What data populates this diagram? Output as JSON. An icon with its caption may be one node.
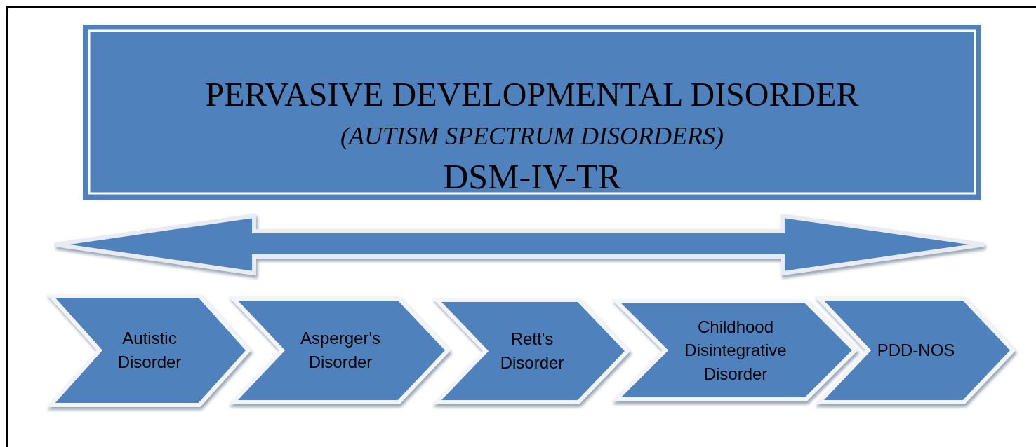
{
  "diagram": {
    "nodes": [
      {
        "text": [
          "PERVASIVE DEVELOPMENTAL DISORDER",
          "(AUTISM SPECTRUM DISORDERS)",
          "DSM-IV-TR"
        ]
      },
      {
        "text": [
          "Autistic Disorder"
        ]
      },
      {
        "text": [
          "Asperger's Disorder"
        ]
      },
      {
        "text": [
          "Rett's Disorder"
        ]
      },
      {
        "text": [
          "Childhood Disintegrative Disorder"
        ]
      },
      {
        "text": [
          "PDD-NOS"
        ]
      }
    ],
    "edges": []
  }
}
